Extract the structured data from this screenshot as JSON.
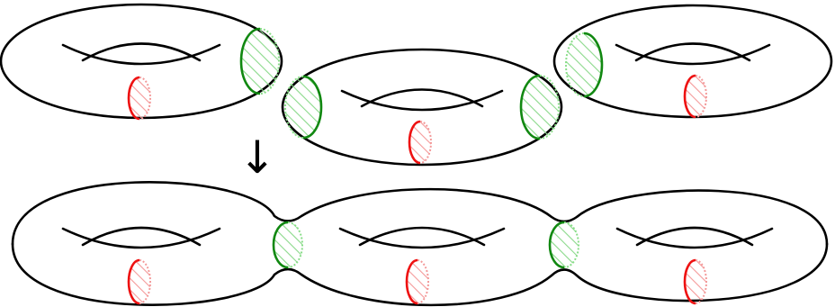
{
  "diagram": {
    "arrow_glyph": "↓"
  },
  "top_row": [
    {
      "name": "torus-top-left",
      "cuts": [
        "red-cut",
        "green-cut-right"
      ]
    },
    {
      "name": "torus-top-middle",
      "cuts": [
        "green-cut-left",
        "red-cut",
        "green-cut-right"
      ]
    },
    {
      "name": "torus-top-right",
      "cuts": [
        "green-cut-left",
        "red-cut"
      ]
    }
  ],
  "bottom_row": {
    "name": "genus-three-surface",
    "handles": 3,
    "necks": 2,
    "cuts": [
      "red-cut",
      "green-neck-cut",
      "red-cut",
      "green-neck-cut",
      "red-cut"
    ]
  },
  "colors": {
    "outline": "#000000",
    "red_cut": "#ee1111",
    "red_cut_hidden": "#f39999",
    "red_hatch": "#f49a9a",
    "green_cut": "#118811",
    "green_cut_hidden": "#88dd88",
    "green_hatch": "#8bd98b"
  }
}
